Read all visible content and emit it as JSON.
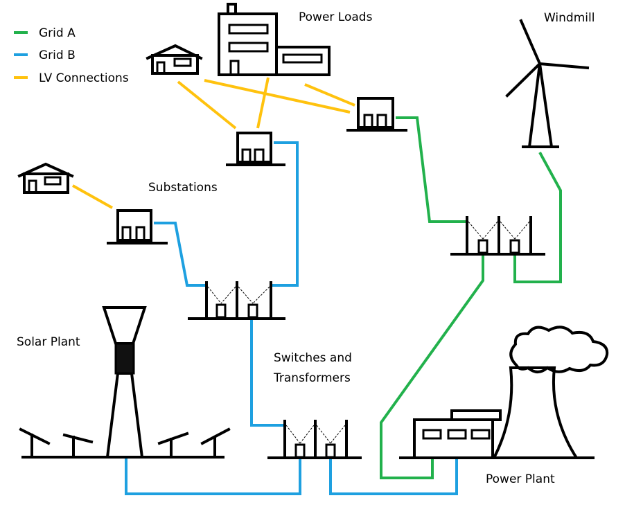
{
  "legend": [
    {
      "label": "Grid A",
      "color": "#22b14c"
    },
    {
      "label": "Grid B",
      "color": "#1ea0e0"
    },
    {
      "label": "LV Connections",
      "color": "#ffc20e"
    }
  ],
  "labels": {
    "power_loads": "Power Loads",
    "windmill": "Windmill",
    "substations": "Substations",
    "solar_plant": "Solar Plant",
    "switches_line1": "Switches and",
    "switches_line2": "Transformers",
    "power_plant": "Power Plant"
  }
}
